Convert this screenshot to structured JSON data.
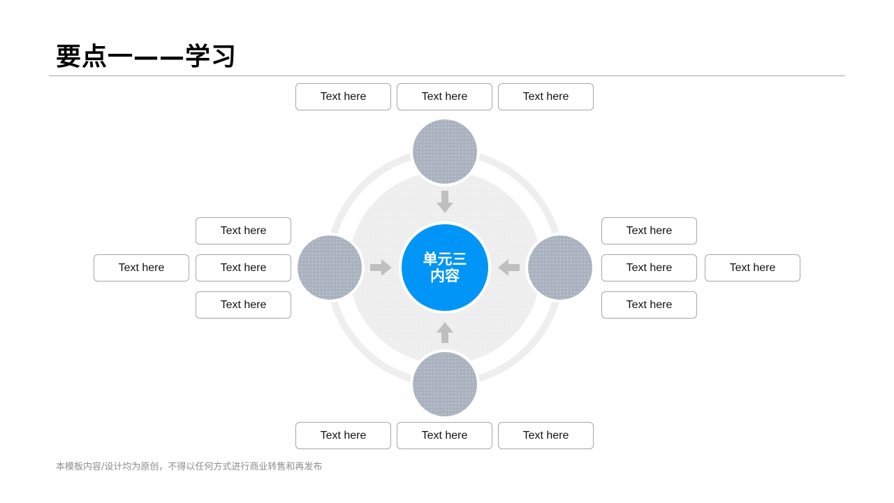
{
  "title": "要点一——学习",
  "center": {
    "line1": "单元三",
    "line2": "内容",
    "color": "#0095F7"
  },
  "colors": {
    "node": "#a9b2be",
    "ring": "#eeeeee",
    "arrow": "#bfbfbf",
    "box_border": "#a6a6a6"
  },
  "boxes": {
    "top": [
      "Text here",
      "Text here",
      "Text here"
    ],
    "bottom": [
      "Text here",
      "Text here",
      "Text here"
    ],
    "left": [
      "Text here",
      "Text here",
      "Text here",
      "Text here"
    ],
    "right": [
      "Text here",
      "Text here",
      "Text here",
      "Text here"
    ]
  },
  "footer": "本模板内容/设计均为原创，不得以任何方式进行商业转售和再发布"
}
